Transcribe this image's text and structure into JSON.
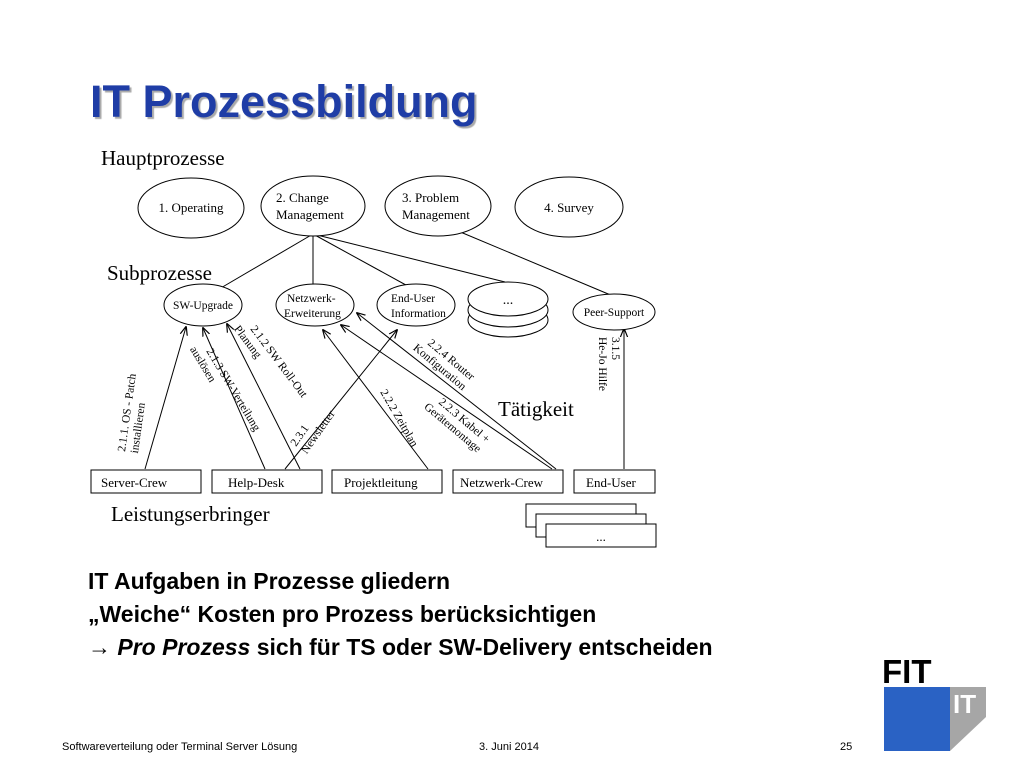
{
  "slide": {
    "title": "IT Prozessbildung",
    "section_labels": {
      "main": "Hauptprozesse",
      "sub": "Subprozesse",
      "activity": "Tätigkeit",
      "providers": "Leistungserbringer"
    },
    "main_processes": [
      {
        "lines": [
          "1. Operating"
        ]
      },
      {
        "lines": [
          "2. Change",
          "Management"
        ]
      },
      {
        "lines": [
          "3. Problem",
          "Management"
        ]
      },
      {
        "lines": [
          "4. Survey"
        ]
      }
    ],
    "sub_processes": [
      {
        "lines": [
          "SW-Upgrade"
        ]
      },
      {
        "lines": [
          "Netzwerk-",
          "Erweiterung"
        ]
      },
      {
        "lines": [
          "End-User",
          "Information"
        ]
      },
      {
        "lines": [
          "..."
        ]
      },
      {
        "lines": [
          "Peer-Support"
        ]
      }
    ],
    "activities": [
      {
        "lines": [
          "2.1.1. OS - Patch",
          "installieren"
        ]
      },
      {
        "lines": [
          "2.1.3 SW-Verteilung",
          "auslösen"
        ]
      },
      {
        "lines": [
          "2.1.2 SW Roll-Out",
          "Planung"
        ]
      },
      {
        "lines": [
          "2.3.1",
          "Newsletter"
        ]
      },
      {
        "lines": [
          "2.2.2 Zeitplan"
        ]
      },
      {
        "lines": [
          "2.2.3 Kabel +",
          "Gerätemontage"
        ]
      },
      {
        "lines": [
          "2.2.4 Router",
          "Konfiguration"
        ]
      },
      {
        "lines": [
          "3.1.5",
          "He-Jo Hilfe"
        ]
      }
    ],
    "providers": [
      {
        "label": "Server-Crew"
      },
      {
        "label": "Help-Desk"
      },
      {
        "label": "Projektleitung"
      },
      {
        "label": "Netzwerk-Crew"
      },
      {
        "label": "End-User"
      },
      {
        "label": "..."
      }
    ],
    "body": {
      "line1": "IT Aufgaben in Prozesse gliedern",
      "line2": "„Weiche“ Kosten pro Prozess berücksichtigen",
      "line3_arrow": "→",
      "line3_italic": "Pro Prozess",
      "line3_rest": " sich für TS oder SW-Delivery entscheiden"
    },
    "footer": {
      "left": "Softwareverteilung oder Terminal Server Lösung",
      "center": "3. Juni 2014",
      "page": "25"
    },
    "logo": {
      "text_top": "FIT",
      "text_bottom": "IT",
      "color_blue": "#2a62c4",
      "color_gray": "#a6a6a6"
    },
    "colors": {
      "title": "#1f3da6"
    }
  }
}
